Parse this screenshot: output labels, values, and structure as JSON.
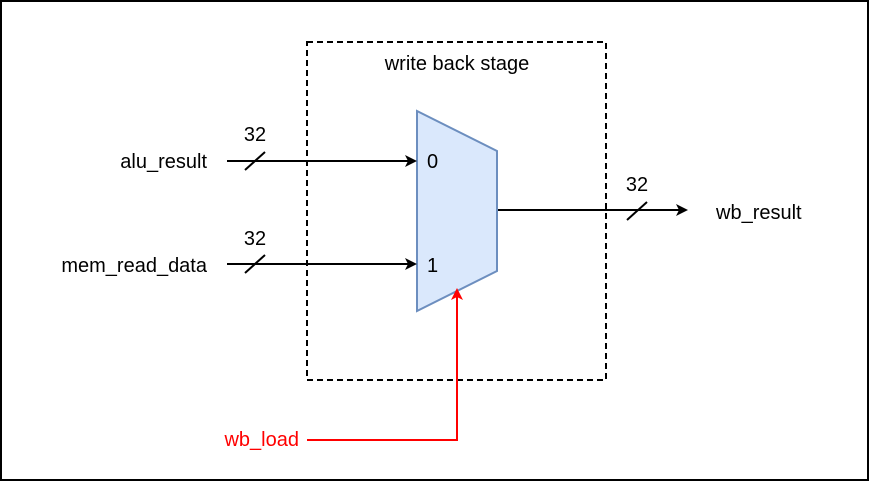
{
  "stage": {
    "title": "write back stage"
  },
  "mux": {
    "input0_label": "0",
    "input1_label": "1"
  },
  "inputs": [
    {
      "name": "alu_result",
      "width": "32"
    },
    {
      "name": "mem_read_data",
      "width": "32"
    }
  ],
  "output": {
    "name": "wb_result",
    "width": "32"
  },
  "control": {
    "name": "wb_load"
  },
  "colors": {
    "border": "#000000",
    "mux_fill": "#dae8fc",
    "mux_stroke": "#6c8ebf",
    "control_signal": "#ff0000"
  }
}
